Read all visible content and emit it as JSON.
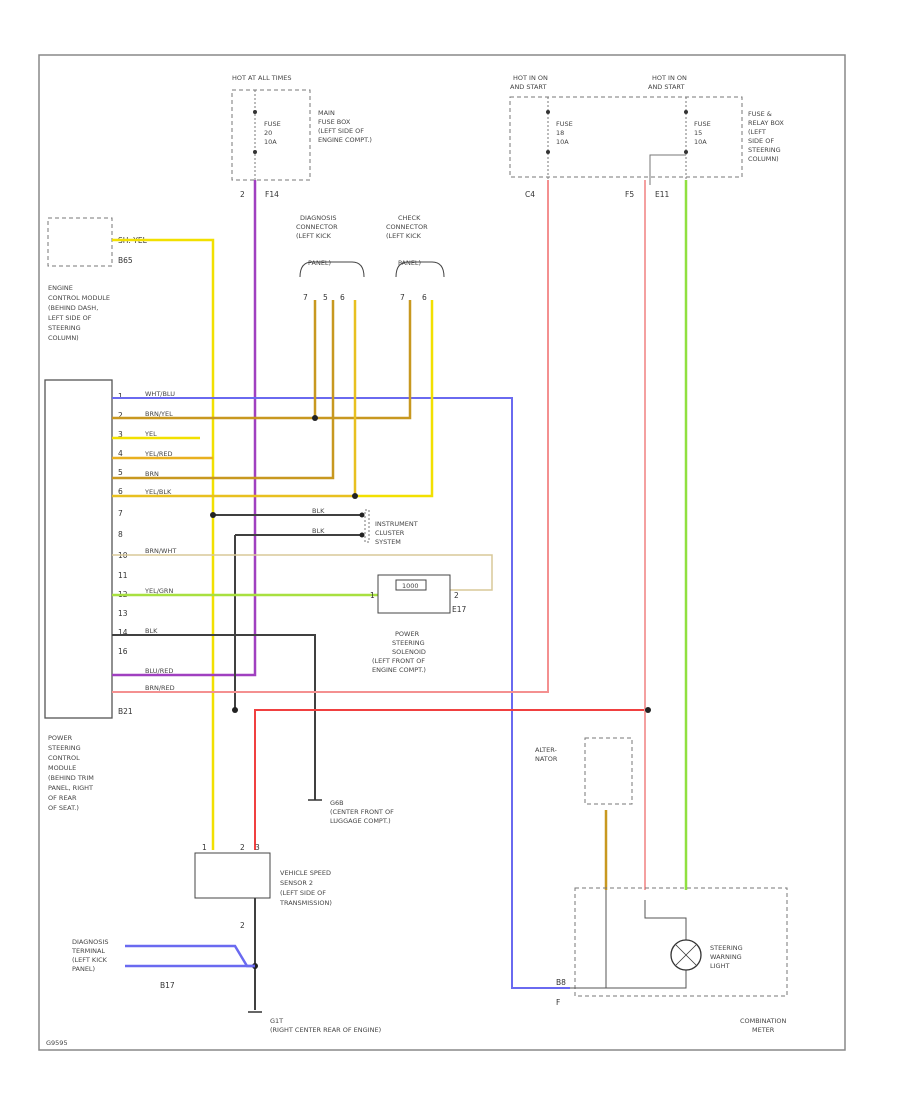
{
  "labels": {
    "hot_at_all_times": "HOT AT ALL TIMES",
    "main_fuse_box": [
      "MAIN",
      "FUSE BOX",
      "(LEFT SIDE OF",
      "ENGINE COMPT.)"
    ],
    "fuse_left": [
      "FUSE",
      "20",
      "10A"
    ],
    "hot_run_start_1": [
      "HOT IN ON",
      "AND START"
    ],
    "hot_run_start_2": [
      "HOT IN ON",
      "AND START"
    ],
    "fuse_mid": [
      "FUSE",
      "18",
      "10A"
    ],
    "fuse_right": [
      "FUSE",
      "15",
      "10A"
    ],
    "fuse_relay_box": [
      "FUSE &",
      "RELAY BOX",
      "(LEFT",
      "SIDE OF",
      "STEERING",
      "COLUMN)"
    ],
    "diag_conn": [
      "DIAGNOSIS",
      "CONNECTOR",
      "(LEFT KICK",
      "PANEL)"
    ],
    "check_conn": [
      "CHECK",
      "CONNECTOR",
      "(LEFT KICK",
      "PANEL)"
    ],
    "ecm": [
      "ENGINE",
      "CONTROL MODULE",
      "(BEHIND DASH,",
      "LEFT SIDE OF",
      "STEERING",
      "COLUMN)"
    ],
    "instrument_cluster": [
      "INSTRUMENT",
      "CLUSTER",
      "SYSTEM"
    ],
    "ps_solenoid": [
      "POWER",
      "STEERING",
      "SOLENOID",
      "(LEFT FRONT OF",
      "ENGINE COMPT.)"
    ],
    "pscm": [
      "POWER",
      "STEERING",
      "CONTROL",
      "MODULE",
      "(BEHIND TRIM",
      "PANEL, RIGHT",
      "OF REAR",
      "OF SEAT.)"
    ],
    "alternator": [
      "ALTER-",
      "NATOR"
    ],
    "ground_g6": [
      "G6B",
      "(CENTER FRONT OF",
      "LUGGAGE COMPT.)"
    ],
    "vss": [
      "VEHICLE SPEED",
      "SENSOR 2",
      "(LEFT SIDE OF",
      "TRANSMISSION)"
    ],
    "diag_terminal": [
      "DIAGNOSIS",
      "TERMINAL",
      "(LEFT KICK",
      "PANEL)"
    ],
    "ground_g1": [
      "G1T",
      "(RIGHT CENTER REAR OF ENGINE)"
    ],
    "steering_light": [
      "STEERING",
      "WARNING",
      "LIGHT"
    ],
    "combination_meter": [
      "COMBINATION",
      "METER"
    ],
    "diagram_id": "G9595"
  },
  "connectors": {
    "f14": "F14",
    "c4": "C4",
    "f5": "F5",
    "e11": "E11",
    "b65": "B65",
    "b21": "B21",
    "b17": "B17",
    "e17": "E17",
    "b8": "B8"
  },
  "pins": {
    "top_left": "2",
    "diag": [
      "7",
      "5",
      "6"
    ],
    "check": [
      "7",
      "6"
    ],
    "vss": [
      "1",
      "2",
      "3"
    ],
    "vss_bottom": "2",
    "sol_left": "1",
    "sol_right": "2",
    "meter_left": "F",
    "module_rows": [
      "1",
      "2",
      "3",
      "4",
      "5",
      "6",
      "7",
      "8",
      "10",
      "11",
      "12",
      "13",
      "14",
      "16",
      ""
    ]
  },
  "wires": {
    "ecm_top": [
      "SH: YEL",
      "B65"
    ],
    "rows": [
      "WHT/BLU",
      "BRN/YEL",
      "YEL",
      "YEL/RED",
      "BRN",
      "YEL/BLK",
      "",
      "",
      "BRN/WHT",
      "",
      "YEL/GRN",
      "",
      "BLK",
      "",
      "BLU/RED",
      "BRN/RED"
    ],
    "ic_a": "BLK",
    "ic_b": "BLK",
    "sol_label": "1000"
  },
  "colors": {
    "yellow": "#f2e000",
    "purple": "#a040c0",
    "red": "#f04040",
    "pink": "#f0a0a0",
    "green": "#90e040",
    "blue": "#6a6af0",
    "brown": "#c89820",
    "dark": "#404040"
  }
}
